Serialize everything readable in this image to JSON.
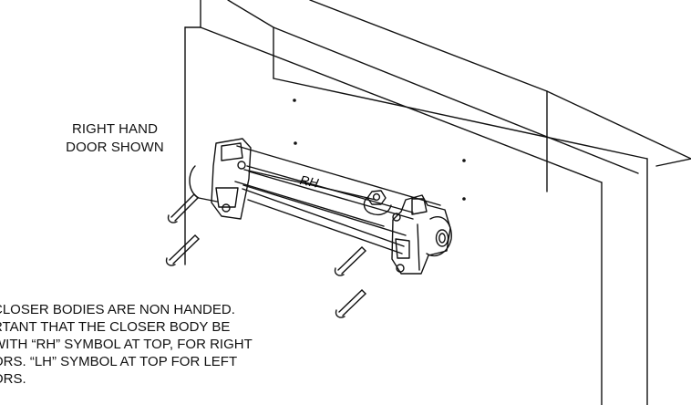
{
  "labels": {
    "door_label": "RIGHT HAND\nDOOR SHOWN",
    "body_marking": "RH",
    "note": "CLOSER BODIES ARE NON HANDED.\nRTANT THAT THE CLOSER BODY BE\nWITH “RH” SYMBOL AT TOP, FOR RIGHT\nORS. “LH” SYMBOL AT TOP FOR LEFT\nORS."
  },
  "colors": {
    "line": "#111111",
    "background": "#ffffff"
  }
}
